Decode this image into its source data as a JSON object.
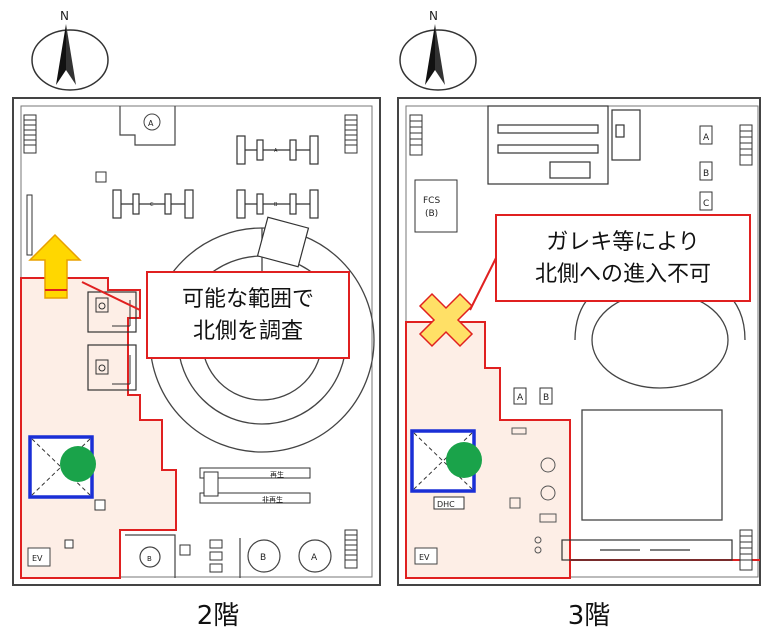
{
  "compass": {
    "north_label": "N"
  },
  "floor2": {
    "caption": "2階",
    "callout": {
      "line1": "可能な範囲で",
      "line2": "北側を調査"
    },
    "labels": {
      "a_top": "A",
      "a_small": "A",
      "b_small": "B",
      "c_small": "C",
      "b_bottom": "B",
      "b_circle": "B",
      "a_circle": "A",
      "ev": "EV",
      "saisei": "再生",
      "hi_saisei": "非再生"
    }
  },
  "floor3": {
    "caption": "3階",
    "callout": {
      "line1": "ガレキ等により",
      "line2": "北側への進入不可"
    },
    "labels": {
      "fcs_line1": "FCS",
      "fcs_line2": "(B)",
      "a_box": "A",
      "b_box": "B",
      "c_box": "C",
      "a_small": "A",
      "b_small": "B",
      "dhc": "DHC",
      "ev": "EV"
    }
  },
  "colors": {
    "survey_area_fill": "#fdeee6",
    "survey_area_border": "#e02020",
    "arrow_fill": "#ffd700",
    "arrow_border": "#e8a000",
    "cross_fill": "#ffe066",
    "cross_border": "#e02020",
    "marker_green": "#1aa34a",
    "square_blue": "#1a2fd6",
    "callout_border": "#e02020"
  }
}
